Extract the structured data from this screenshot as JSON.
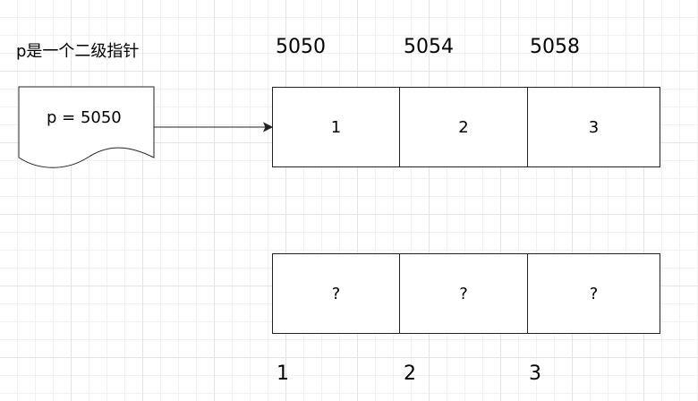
{
  "title": "p是一个二级指针",
  "pointer_box": {
    "label": "p = 5050"
  },
  "addresses": [
    "5050",
    "5054",
    "5058"
  ],
  "top_row": [
    "1",
    "2",
    "3"
  ],
  "bottom_row": [
    "?",
    "?",
    "?"
  ],
  "indices": [
    "1",
    "2",
    "3"
  ]
}
